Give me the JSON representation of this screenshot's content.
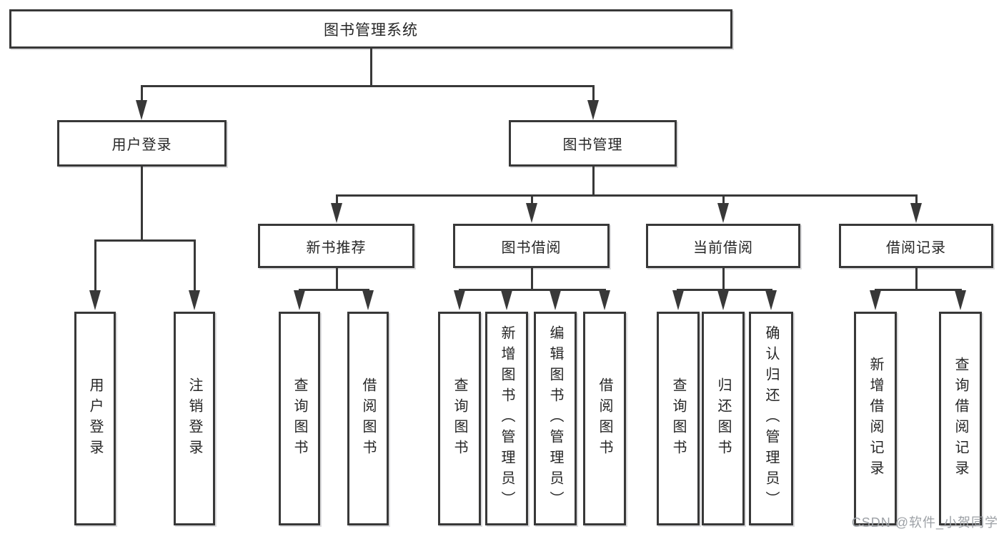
{
  "nodes": {
    "root": "图书管理系统",
    "level2": {
      "user_login": "用户登录",
      "book_mgmt": "图书管理"
    },
    "level3": {
      "new_book_rec": "新书推荐",
      "book_borrow": "图书借阅",
      "current_borrow": "当前借阅",
      "borrow_records": "借阅记录"
    },
    "leaves": {
      "user_login": [
        "用户登录",
        "注销登录"
      ],
      "new_book_rec": [
        "查询图书",
        "借阅图书"
      ],
      "book_borrow": [
        "查询图书",
        "新增图书（管理员）",
        "编辑图书（管理员）",
        "借阅图书"
      ],
      "current_borrow": [
        "查询图书",
        "归还图书",
        "确认归还（管理员）"
      ],
      "borrow_records": [
        "新增借阅记录",
        "查询借阅记录"
      ]
    }
  },
  "watermark": "CSDN @软件_小贺同学",
  "colors": {
    "line": "#383838",
    "text": "#262626",
    "watermark": "#9da1a6",
    "background": "#ffffff"
  }
}
